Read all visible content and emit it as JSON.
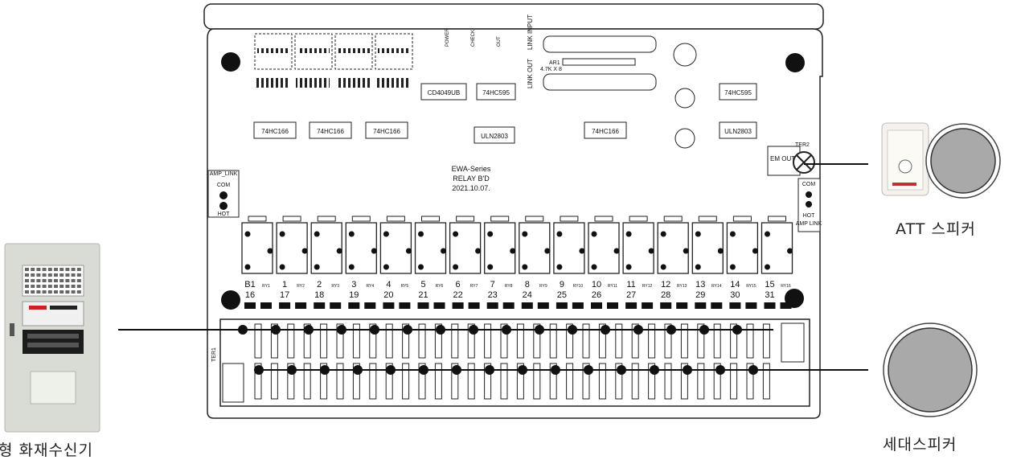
{
  "labels": {
    "fire_receiver": "형 화재수신기",
    "att_speaker": "ATT 스피커",
    "unit_speaker": "세대스피커"
  },
  "board": {
    "title_lines": [
      "EWA-Series",
      "RELAY B'D",
      "2021.10.07."
    ],
    "chips": {
      "hc166_a": "74HC166",
      "hc166_b": "74HC166",
      "hc166_c": "74HC166",
      "hc166_d": "74HC166",
      "cd4049": "CD4049UB",
      "hc595_a": "74HC595",
      "hc595_b": "74HC595",
      "uln_a": "ULN2803",
      "uln_b": "ULN2803"
    },
    "connectors": {
      "amp_link_left": "AMP_LINK",
      "com_left": "COM",
      "hot_left": "HOT",
      "em_out": "EM\nOUT",
      "ter2": "TER2",
      "com_right": "COM",
      "hot_right": "HOT",
      "amp_link_right": "AMP\nLINK",
      "link_input": "LINK\nINPUT",
      "link_out": "LINK\nOUT",
      "ar1": "AR1",
      "ar1_value": "4.7K X 8",
      "power": "POWER",
      "check": "CHECK",
      "out": "OUT",
      "ter1": "TER1"
    },
    "relay_numbers_top": [
      "B1",
      "1",
      "2",
      "3",
      "4",
      "5",
      "6",
      "7",
      "8",
      "9",
      "10",
      "11",
      "12",
      "13",
      "14",
      "15"
    ],
    "relay_numbers_bottom": [
      "16",
      "17",
      "18",
      "19",
      "20",
      "21",
      "22",
      "23",
      "24",
      "25",
      "26",
      "27",
      "28",
      "29",
      "30",
      "31"
    ],
    "relay_ids": [
      "RY1",
      "RY2",
      "RY3",
      "RY4",
      "RY5",
      "RY6",
      "RY7",
      "RY8",
      "RY9",
      "RY10",
      "RY11",
      "RY12",
      "RY13",
      "RY14",
      "RY15",
      "RY16"
    ]
  },
  "colors": {
    "line": "#111111",
    "speaker_fill": "#a9a9a9",
    "cabinet": "#d7dad4",
    "board_stroke": "#222222"
  }
}
